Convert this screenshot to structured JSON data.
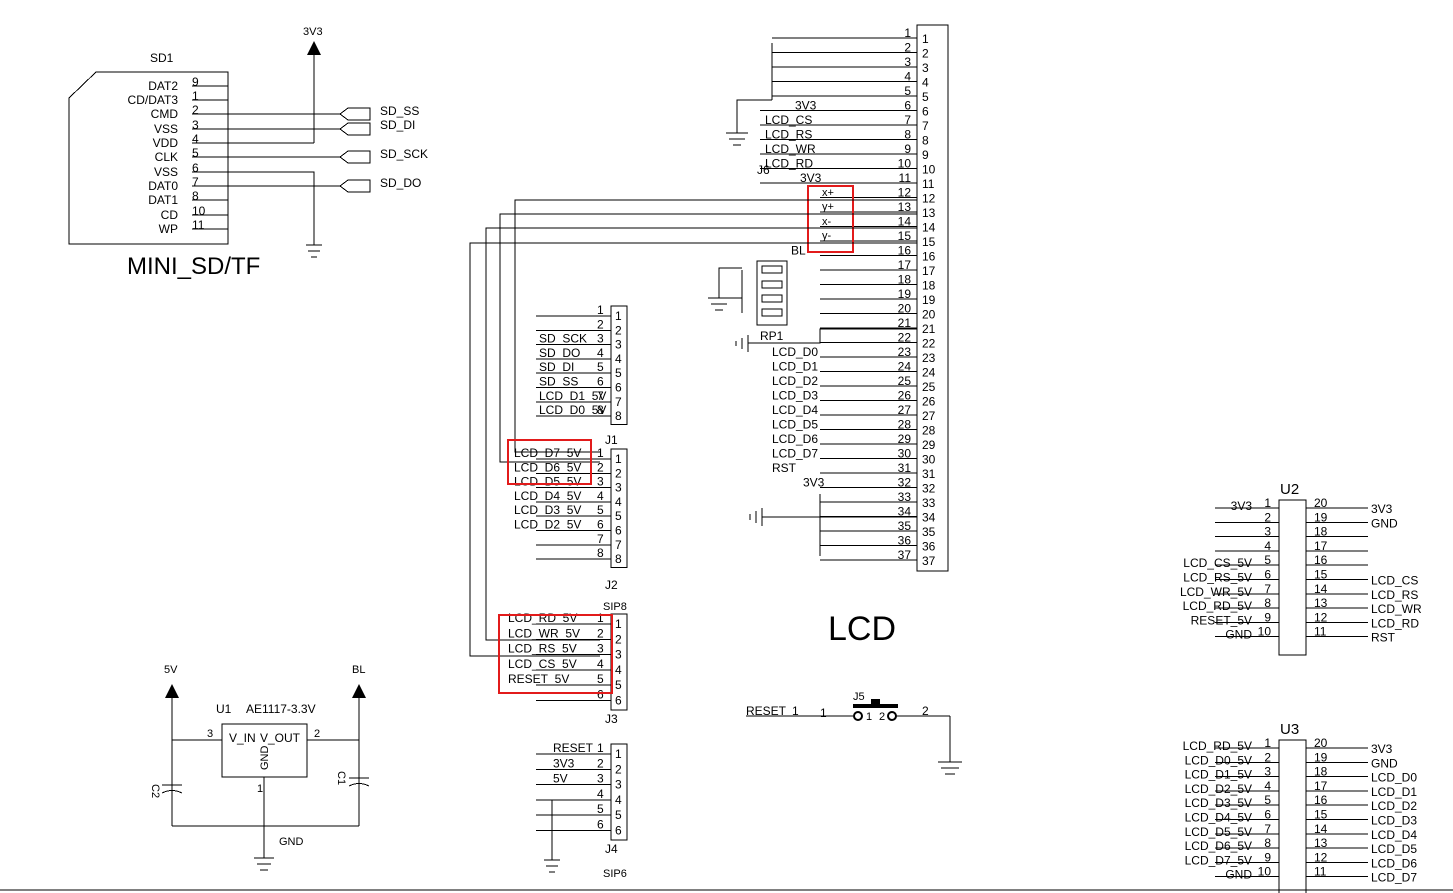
{
  "sd": {
    "ref": "SD1",
    "name": "MINI_SD/TF",
    "pins": [
      {
        "name": "DAT2",
        "num": "9"
      },
      {
        "name": "CD/DAT3",
        "num": "1"
      },
      {
        "name": "CMD",
        "num": "2"
      },
      {
        "name": "VSS",
        "num": "3"
      },
      {
        "name": "VDD",
        "num": "4"
      },
      {
        "name": "CLK",
        "num": "5"
      },
      {
        "name": "VSS",
        "num": "6"
      },
      {
        "name": "DAT0",
        "num": "7"
      },
      {
        "name": "DAT1",
        "num": "8"
      },
      {
        "name": "CD",
        "num": "10"
      },
      {
        "name": "WP",
        "num": "11"
      }
    ],
    "power": "3V3",
    "ports": [
      "SD_SS",
      "SD_DI",
      "SD_SCK",
      "SD_DO"
    ]
  },
  "j6": {
    "ref": "J6",
    "title": "LCD",
    "rp": "RP1",
    "inner_labels": [
      "x+",
      "y+",
      "x-",
      "y-"
    ],
    "nets": [
      {
        "pin": "6",
        "net": "3V3"
      },
      {
        "pin": "7",
        "net": "LCD_CS"
      },
      {
        "pin": "8",
        "net": "LCD_RS"
      },
      {
        "pin": "9",
        "net": "LCD_WR"
      },
      {
        "pin": "10",
        "net": "LCD_RD"
      },
      {
        "pin": "11",
        "net": "3V3"
      },
      {
        "pin": "16",
        "net": "BL"
      },
      {
        "pin": "23",
        "net": "LCD_D0"
      },
      {
        "pin": "24",
        "net": "LCD_D1"
      },
      {
        "pin": "25",
        "net": "LCD_D2"
      },
      {
        "pin": "26",
        "net": "LCD_D3"
      },
      {
        "pin": "27",
        "net": "LCD_D4"
      },
      {
        "pin": "28",
        "net": "LCD_D5"
      },
      {
        "pin": "29",
        "net": "LCD_D6"
      },
      {
        "pin": "30",
        "net": "LCD_D7"
      },
      {
        "pin": "31",
        "net": "RST"
      },
      {
        "pin": "32",
        "net": "3V3"
      }
    ]
  },
  "j1": {
    "ref": "J1",
    "nets": [
      "",
      "",
      "SD_SCK",
      "SD_DO",
      "SD_DI",
      "SD_SS",
      "LCD_D1_5V",
      "LCD_D0_5V"
    ]
  },
  "j2": {
    "ref": "J2",
    "nets": [
      "LCD_D7_5V",
      "LCD_D6_5V",
      "LCD_D5_5V",
      "LCD_D4_5V",
      "LCD_D3_5V",
      "LCD_D2_5V",
      "",
      ""
    ]
  },
  "j3": {
    "ref": "J3",
    "label": "SIP8",
    "nets": [
      "LCD_RD_5V",
      "LCD_WR_5V",
      "LCD_RS_5V",
      "LCD_CS_5V",
      "RESET_5V",
      ""
    ]
  },
  "j4": {
    "ref": "J4",
    "label": "SIP6",
    "nets": [
      "RESET",
      "3V3",
      "5V",
      "",
      "",
      ""
    ]
  },
  "u1": {
    "ref": "U1",
    "part": "AE1117-3.3V",
    "vin": "V_IN",
    "vout": "V_OUT",
    "gnd": "GND",
    "in_pin": "3",
    "out_pin": "2",
    "gnd_pin": "1",
    "in_net": "5V",
    "out_net": "BL",
    "ground_label": "GND",
    "c_left": "C2",
    "c_right": "C1"
  },
  "j5": {
    "ref": "J5",
    "net": "RESET",
    "p1": "1",
    "p2": "2"
  },
  "u2": {
    "ref": "U2",
    "left": [
      "3V3",
      "",
      "",
      "",
      "LCD_CS_5V",
      "LCD_RS_5V",
      "LCD_WR_5V",
      "LCD_RD_5V",
      "RESET_5V",
      "GND"
    ],
    "right": [
      "3V3",
      "GND",
      "",
      "",
      "",
      "LCD_CS",
      "LCD_RS",
      "LCD_WR",
      "LCD_RD",
      "RST"
    ]
  },
  "u3": {
    "ref": "U3",
    "left": [
      "LCD_RD_5V",
      "LCD_D0_5V",
      "LCD_D1_5V",
      "LCD_D2_5V",
      "LCD_D3_5V",
      "LCD_D4_5V",
      "LCD_D5_5V",
      "LCD_D6_5V",
      "LCD_D7_5V",
      "GND"
    ],
    "right": [
      "3V3",
      "GND",
      "LCD_D0",
      "LCD_D1",
      "LCD_D2",
      "LCD_D3",
      "LCD_D4",
      "LCD_D5",
      "LCD_D6",
      "LCD_D7"
    ]
  }
}
